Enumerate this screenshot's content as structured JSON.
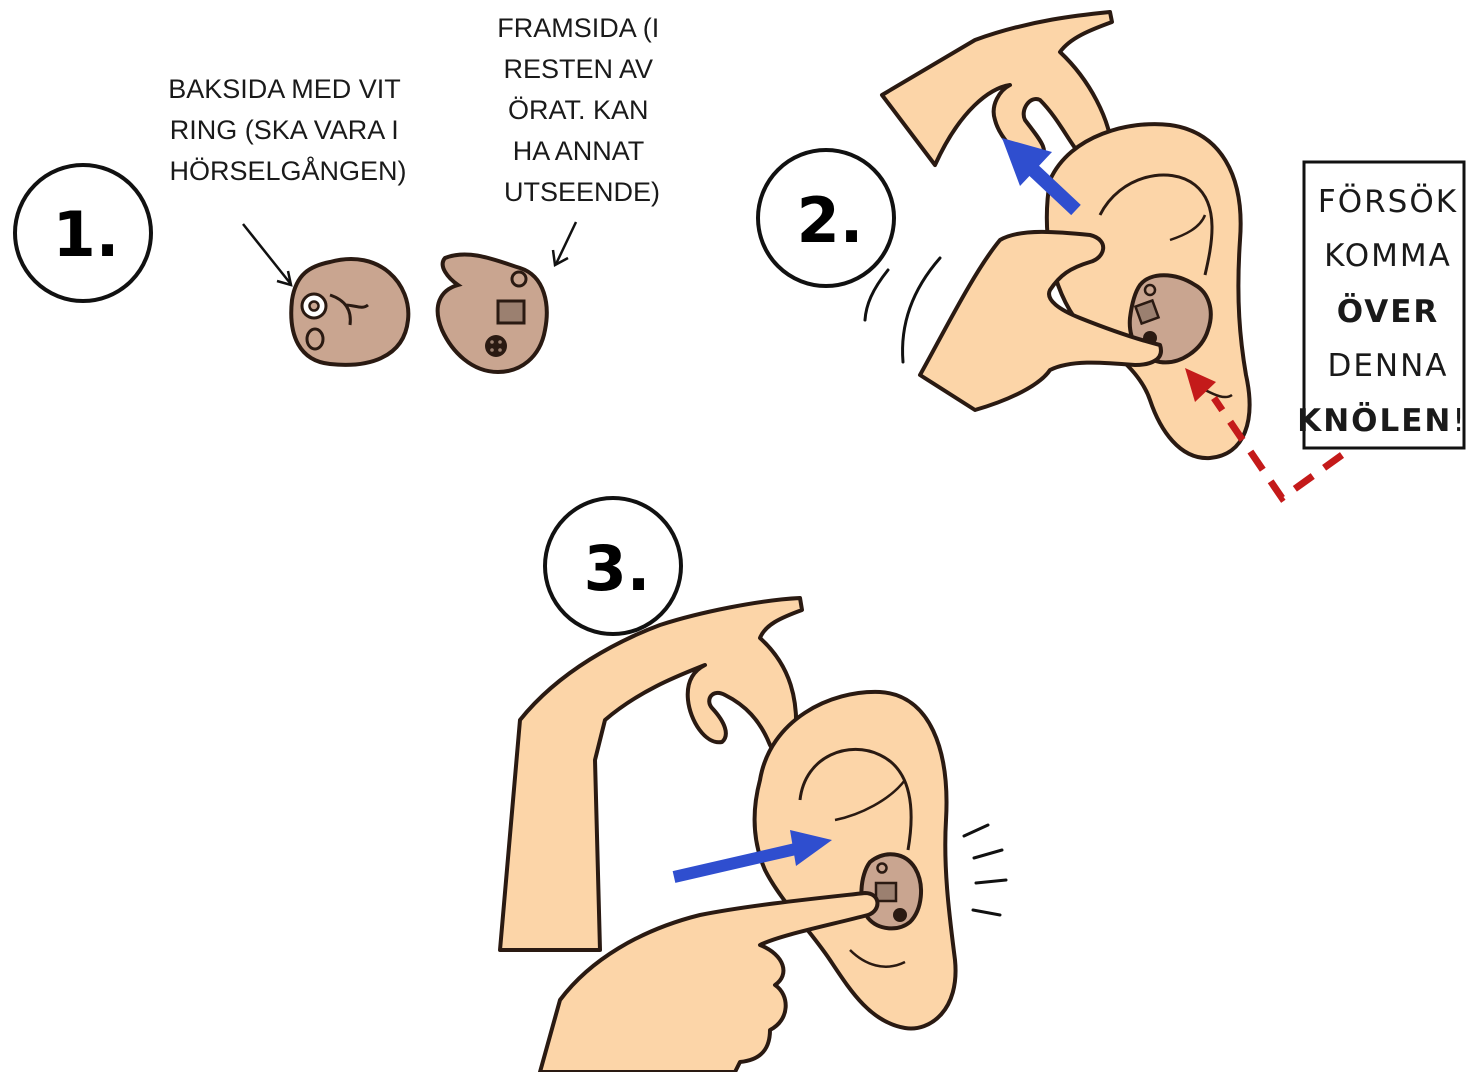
{
  "steps": [
    {
      "number": "1."
    },
    {
      "number": "2."
    },
    {
      "number": "3."
    }
  ],
  "step1": {
    "back_label": [
      "BAKSIDA MED VIT",
      "RING (SKA VARA I",
      "HÖRSELGÅNGEN)"
    ],
    "front_label": [
      "FRAMSIDA (I",
      "RESTEN AV",
      "ÖRAT. KAN",
      "HA ANNAT",
      "UTSEENDE)"
    ]
  },
  "step2": {
    "tip": [
      {
        "text": "FÖRSÖK",
        "bold": false
      },
      {
        "text": "KOMMA",
        "bold": false
      },
      {
        "text": "ÖVER",
        "bold": true
      },
      {
        "text": "DENNA",
        "bold": false
      },
      {
        "text": "KNÖLEN",
        "bold": true,
        "suffix": "!"
      }
    ]
  },
  "colors": {
    "skin": "#fcd5a8",
    "device": "#c9a590",
    "outline": "#2a1a12",
    "push_arrow": "#2f4ecf",
    "hint_arrow": "#c41a1a"
  },
  "icons": {
    "device_back": "hearing-aid-back-icon",
    "device_front": "hearing-aid-front-icon",
    "ear": "ear-icon",
    "hand": "hand-icon"
  }
}
